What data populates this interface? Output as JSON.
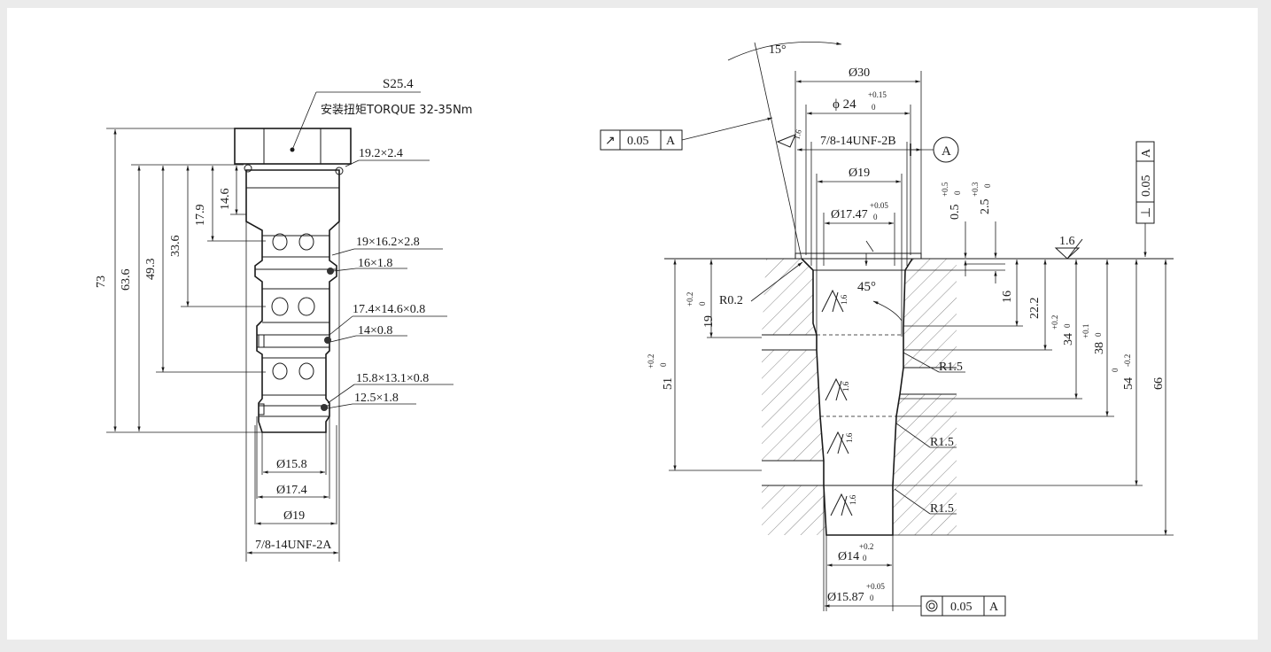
{
  "left": {
    "hex_size": "S25.4",
    "torque_note": "安装扭矩TORQUE 32-35Nm",
    "callouts": [
      "19.2×2.4",
      "19×16.2×2.8",
      "16×1.8",
      "17.4×14.6×0.8",
      "14×0.8",
      "15.8×13.1×0.8",
      "12.5×1.8"
    ],
    "vertical_dims": [
      "73",
      "63.6",
      "49.3",
      "33.6",
      "17.9",
      "14.6"
    ],
    "bottom_dims": [
      "Ø15.8",
      "Ø17.4",
      "Ø19",
      "7/8-14UNF-2A"
    ]
  },
  "right": {
    "angle_15": "15°",
    "d30": "Ø30",
    "d24_main": "ϕ 24",
    "d24_tol": "+0.15",
    "d24_zero": "0",
    "thread": "7/8-14UNF-2B",
    "datum": "A",
    "d19": "Ø19",
    "d1747_main": "Ø17.47",
    "d1747_tol": "+0.05",
    "d1747_zero": "0",
    "runout_frame": {
      "symbol": "↗",
      "value": "0.05",
      "datum": "A"
    },
    "perp_frame": {
      "symbol": "⊥",
      "value": "0.05",
      "datum": "A"
    },
    "conc_frame": {
      "symbol": "◎",
      "value": "0.05",
      "datum": "A"
    },
    "small_1": "1.6",
    "d05": "0.5",
    "d05_tol": "+0.5",
    "d05_zero": "0",
    "d25": "2.5",
    "d25_tol": "+0.3",
    "d25_zero": "0",
    "surface_16": "1.6",
    "chamfer_45": "45°",
    "r02": "R0.2",
    "d19_depth": "19",
    "d19_tol": "+0.2",
    "d19_zero": "0",
    "d51": "51",
    "d51_tol": "+0.2",
    "d51_zero": "0",
    "rough_marks": [
      "1.6",
      "1.6",
      "1.6",
      "1.6"
    ],
    "radii": [
      "R1.5",
      "R1.5",
      "R1.5"
    ],
    "d16": "16",
    "d222": "22.2",
    "d34": "34",
    "d34_tol": "+0.2",
    "d34_zero": "0",
    "d38": "38",
    "d38_tol": "+0.1",
    "d38_zero": "0",
    "d54": "54",
    "d54_tol": "0",
    "d54_tol2": "-0.2",
    "d66": "66",
    "d14": "Ø14",
    "d14_tol": "+0.2",
    "d14_zero": "0",
    "d1587": "Ø15.87",
    "d1587_tol": "+0.05",
    "d1587_zero": "0"
  }
}
